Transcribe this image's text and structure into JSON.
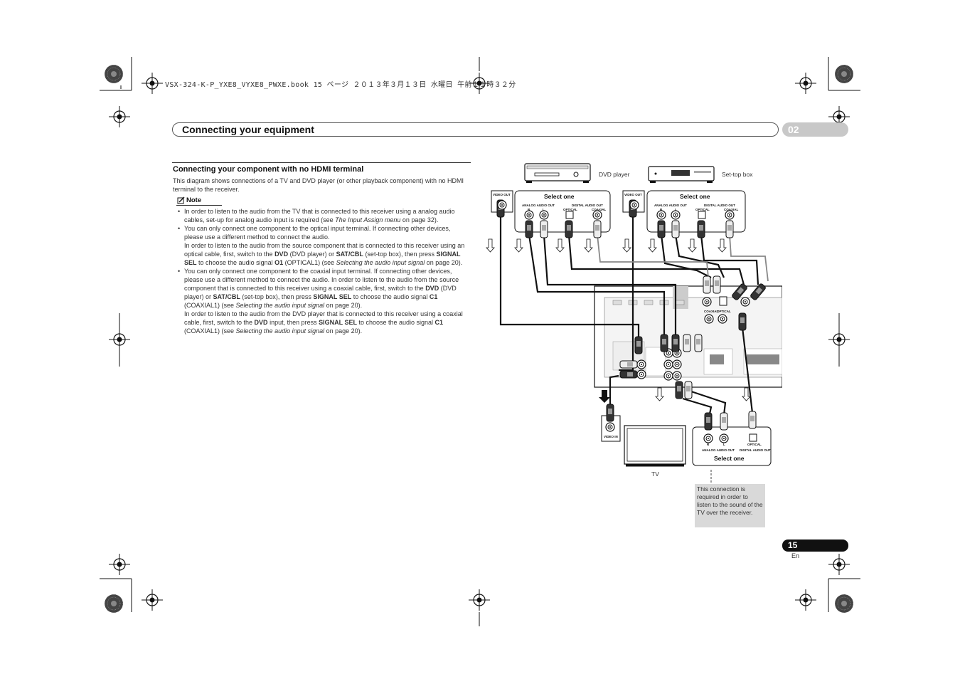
{
  "file_info": "VSX-324-K-P_YXE8_VYXE8_PWXE.book  15 ページ  ２０１３年３月１３日  水曜日  午前１１時３２分",
  "header": {
    "title": "Connecting your equipment",
    "chapter": "02"
  },
  "section": {
    "heading": "Connecting your component with no HDMI terminal",
    "intro": "This diagram shows connections of a TV and DVD player (or other playback component) with no HDMI terminal to the receiver.",
    "note_label": "Note"
  },
  "bullets": [
    [
      {
        "t": "In order to listen to the audio from the TV that is connected to this receiver using a analog audio cables, set-up for analog audio input is required (see "
      },
      {
        "t": "The Input Assign menu",
        "s": "i"
      },
      {
        "t": " on page 32)."
      }
    ],
    [
      {
        "t": "You can only connect one component to the optical input terminal. If connecting other devices, please use a different method to connect the audio."
      },
      {
        "br": true
      },
      {
        "t": "In order to listen to the audio from the source component that is connected to this receiver using an optical cable, first, switch to the "
      },
      {
        "t": "DVD",
        "s": "b"
      },
      {
        "t": " (DVD player) or "
      },
      {
        "t": "SAT/CBL",
        "s": "b"
      },
      {
        "t": " (set-top box), then press "
      },
      {
        "t": "SIGNAL SEL",
        "s": "b"
      },
      {
        "t": " to choose the audio signal "
      },
      {
        "t": "O1",
        "s": "b"
      },
      {
        "t": " (OPTICAL1) (see "
      },
      {
        "t": "Selecting the audio input signal",
        "s": "i"
      },
      {
        "t": " on page 20)."
      }
    ],
    [
      {
        "t": "You can only connect one component to the coaxial input terminal. If connecting other devices, please use a different method to connect the audio. In order to listen to the audio from the source component that is connected to this receiver using a coaxial cable, first, switch to the "
      },
      {
        "t": "DVD",
        "s": "b"
      },
      {
        "t": " (DVD player) or "
      },
      {
        "t": "SAT/CBL",
        "s": "b"
      },
      {
        "t": " (set-top box), then press "
      },
      {
        "t": "SIGNAL SEL",
        "s": "b"
      },
      {
        "t": " to choose the audio signal "
      },
      {
        "t": "C1",
        "s": "b"
      },
      {
        "t": " (COAXIAL1) (see "
      },
      {
        "t": "Selecting the audio input signal",
        "s": "i"
      },
      {
        "t": " on page 20)."
      },
      {
        "br": true
      },
      {
        "t": "In order to listen to the audio from the DVD player that is connected to this receiver using a coaxial cable, first, switch to the "
      },
      {
        "t": "DVD",
        "s": "b"
      },
      {
        "t": " input, then press "
      },
      {
        "t": "SIGNAL SEL",
        "s": "b"
      },
      {
        "t": " to choose the audio signal "
      },
      {
        "t": "C1",
        "s": "b"
      },
      {
        "t": " (COAXIAL1) (see "
      },
      {
        "t": "Selecting the audio input signal",
        "s": "i"
      },
      {
        "t": " on page 20)."
      }
    ]
  ],
  "diagram": {
    "dvd_player": "DVD player",
    "set_top_box": "Set-top box",
    "tv": "TV",
    "select_one": "Select one",
    "video_out": "VIDEO OUT",
    "video_in": "VIDEO IN",
    "analog_audio_out": "ANALOG AUDIO OUT",
    "digital_audio_out": "DIGITAL AUDIO OUT",
    "optical": "OPTICAL",
    "coaxial": "COAXIAL",
    "r": "R",
    "l": "L",
    "callout": "This connection is required in order to listen to the sound of the TV over the receiver."
  },
  "footer": {
    "page_number": "15",
    "language": "En"
  }
}
